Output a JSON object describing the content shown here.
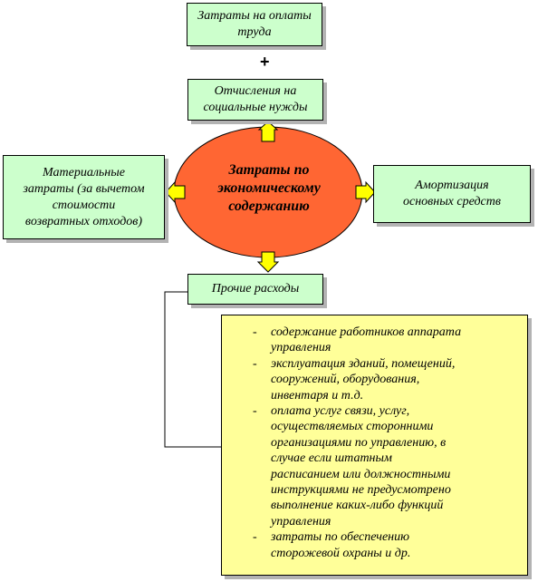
{
  "center": {
    "label_lines": [
      "Затраты по",
      "экономическому",
      "содержанию"
    ]
  },
  "boxes": {
    "labor": [
      "Затраты на оплаты",
      "труда"
    ],
    "social": [
      "Отчисления на",
      "социальные нужды"
    ],
    "material": [
      "Материальные",
      "затраты (за вычетом",
      "стоимости",
      "возвратных отходов)"
    ],
    "depreciation": [
      "Амортизация",
      "основных средств"
    ],
    "other": [
      "Прочие расходы"
    ]
  },
  "plus_sign": "+",
  "other_items": [
    [
      "содержание работников аппарата",
      "управления"
    ],
    [
      "эксплуатация зданий, помещений,",
      "сооружений, оборудования,",
      "инвентаря и т.д."
    ],
    [
      "оплата услуг связи, услуг,",
      "осуществляемых сторонними",
      "организациями по управлению, в",
      "случае если штатным",
      "расписанием или должностными",
      "инструкциями не предусмотрено",
      "выполнение каких-либо функций",
      "управления"
    ],
    [
      "затраты по обеспечению",
      "сторожевой охраны и др."
    ]
  ],
  "bullet": "-",
  "colors": {
    "box_fill": "#ccffcc",
    "ellipse_fill": "#ff6633",
    "arrow_fill": "#ffff00",
    "note_fill": "#ffff99"
  }
}
